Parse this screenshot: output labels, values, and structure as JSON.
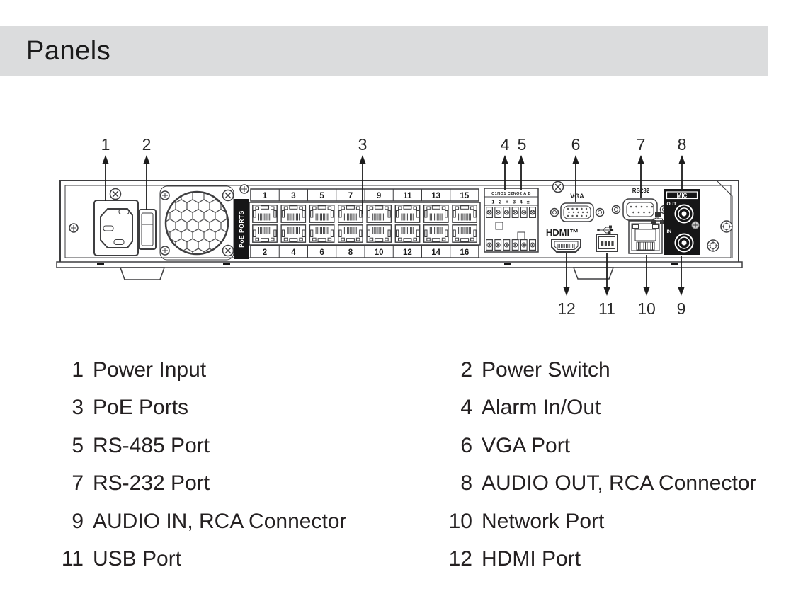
{
  "header": {
    "title": "Panels"
  },
  "diagram": {
    "labels": {
      "poe_bar": "PoE PORTS",
      "vga": "VGA",
      "rs232": "RS232",
      "hdmi_logo": "HDMI™",
      "mic": "MIC",
      "mic_out": "OUT",
      "mic_in": "IN",
      "alarm_row1": "C1NO1 C2NO2 A B",
      "alarm_row2": "1 2 + 3 4 ±"
    },
    "poe_top_numbers": [
      "1",
      "3",
      "5",
      "7",
      "9",
      "11",
      "13",
      "15"
    ],
    "poe_bottom_numbers": [
      "2",
      "4",
      "6",
      "8",
      "10",
      "12",
      "14",
      "16"
    ],
    "callouts_top": [
      "1",
      "2",
      "3",
      "4",
      "5",
      "6",
      "7",
      "8"
    ],
    "callouts_bottom": [
      "12",
      "11",
      "10",
      "9"
    ]
  },
  "legend": {
    "items": [
      {
        "num": "1",
        "label": "Power Input"
      },
      {
        "num": "2",
        "label": "Power Switch"
      },
      {
        "num": "3",
        "label": "PoE Ports"
      },
      {
        "num": "4",
        "label": "Alarm In/Out"
      },
      {
        "num": "5",
        "label": "RS-485 Port"
      },
      {
        "num": "6",
        "label": "VGA Port"
      },
      {
        "num": "7",
        "label": "RS-232 Port"
      },
      {
        "num": "8",
        "label": "AUDIO OUT, RCA Connector"
      },
      {
        "num": "9",
        "label": "AUDIO IN, RCA Connector"
      },
      {
        "num": "10",
        "label": "Network Port"
      },
      {
        "num": "11",
        "label": "USB Port"
      },
      {
        "num": "12",
        "label": "HDMI Port"
      }
    ]
  }
}
